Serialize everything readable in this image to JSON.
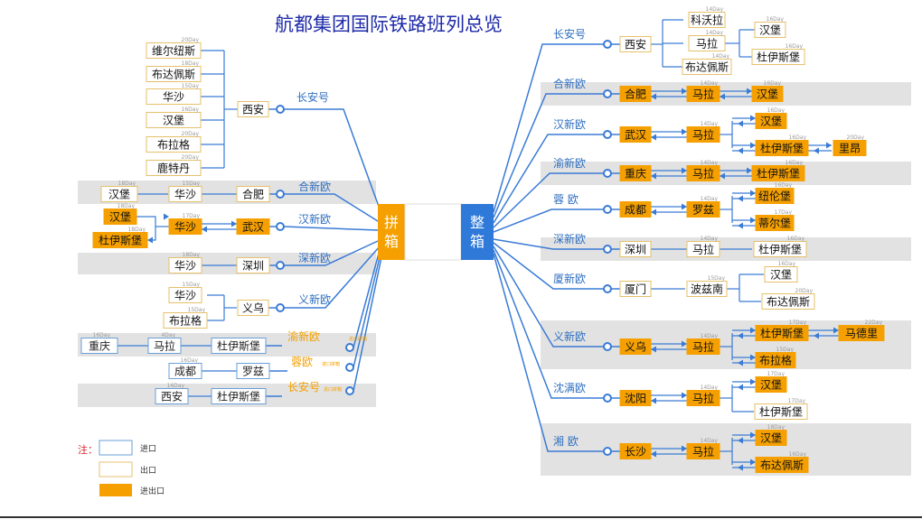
{
  "title": "航都集团国际铁路班列总览",
  "hub": {
    "lcl": "拼箱",
    "fcl": "整箱"
  },
  "legend": {
    "note": "注：",
    "items": [
      "进口",
      "出口",
      "进出口"
    ]
  },
  "left": [
    {
      "route": "长安号",
      "origin": "西安",
      "dests": [
        {
          "city": "维尔纽斯",
          "days": "20Day"
        },
        {
          "city": "布达佩斯",
          "days": "18Day"
        },
        {
          "city": "华沙",
          "days": "15Day"
        },
        {
          "city": "汉堡",
          "days": "16Day"
        },
        {
          "city": "布拉格",
          "days": "20Day"
        },
        {
          "city": "鹿特丹",
          "days": "20Day"
        }
      ]
    },
    {
      "route": "合新欧",
      "origin": "合肥",
      "chain": [
        {
          "city": "华沙",
          "days": "15Day"
        },
        {
          "city": "汉堡",
          "days": "18Day"
        }
      ]
    },
    {
      "route": "汉新欧",
      "origin": "武汉",
      "via": {
        "city": "华沙",
        "days": "17Day"
      },
      "dests": [
        {
          "city": "汉堡",
          "days": "18Day"
        },
        {
          "city": "杜伊斯堡",
          "days": "18Day"
        }
      ]
    },
    {
      "route": "深新欧",
      "origin": "深圳",
      "dests": [
        {
          "city": "华沙",
          "days": "18Day"
        }
      ]
    },
    {
      "route": "义新欧",
      "origin": "义乌",
      "dests": [
        {
          "city": "华沙",
          "days": "15Day"
        },
        {
          "city": "布拉格",
          "days": "15Day"
        }
      ]
    },
    {
      "route": "渝新欧",
      "tag": "进口拼箱",
      "origin": "杜伊斯堡",
      "via": {
        "city": "马拉",
        "days": "4Day"
      },
      "end": {
        "city": "重庆",
        "days": "16Day"
      }
    },
    {
      "route": "蓉欧",
      "tag": "进口拼箱",
      "origin": "罗兹",
      "end": {
        "city": "成都",
        "days": "16Day"
      }
    },
    {
      "route": "长安号",
      "tag": "进口拼箱",
      "origin": "杜伊斯堡",
      "end": {
        "city": "西安",
        "days": "16Day"
      }
    }
  ],
  "right": [
    {
      "route": "长安号",
      "origin": "西安",
      "mids": [
        {
          "city": "科沃拉",
          "days": "14Day"
        },
        {
          "city": "马拉",
          "days": "14Day"
        },
        {
          "city": "布达佩斯",
          "days": "14Day"
        }
      ],
      "dests": [
        {
          "city": "汉堡",
          "days": "16Day"
        },
        {
          "city": "杜伊斯堡",
          "days": "16Day"
        }
      ]
    },
    {
      "route": "合新欧",
      "origin": "合肥",
      "mid": {
        "city": "马拉",
        "days": "14Day"
      },
      "dests": [
        {
          "city": "汉堡",
          "days": "16Day"
        }
      ]
    },
    {
      "route": "汉新欧",
      "origin": "武汉",
      "mid": {
        "city": "马拉",
        "days": "14Day"
      },
      "dests": [
        {
          "city": "汉堡",
          "days": "16Day"
        },
        {
          "city": "杜伊斯堡",
          "days": "16Day"
        }
      ],
      "ext": {
        "city": "里昂",
        "days": "20Day"
      }
    },
    {
      "route": "渝新欧",
      "origin": "重庆",
      "mid": {
        "city": "马拉",
        "days": "14Day"
      },
      "dests": [
        {
          "city": "杜伊斯堡",
          "days": "16Day"
        }
      ]
    },
    {
      "route": "蓉  欧",
      "origin": "成都",
      "mid": {
        "city": "罗兹",
        "days": "14Day"
      },
      "dests": [
        {
          "city": "纽伦堡",
          "days": "16Day"
        },
        {
          "city": "蒂尔堡",
          "days": "17Day"
        }
      ]
    },
    {
      "route": "深新欧",
      "origin": "深圳",
      "mid": {
        "city": "马拉",
        "days": "14Day"
      },
      "dests": [
        {
          "city": "杜伊斯堡",
          "days": "16Day"
        }
      ]
    },
    {
      "route": "厦新欧",
      "origin": "厦门",
      "mid": {
        "city": "波兹南",
        "days": "15Day"
      },
      "dests": [
        {
          "city": "汉堡",
          "days": "16Day"
        },
        {
          "city": "布达佩斯",
          "days": "20Day"
        }
      ]
    },
    {
      "route": "义新欧",
      "origin": "义乌",
      "mid": {
        "city": "马拉",
        "days": "14Day"
      },
      "dests": [
        {
          "city": "杜伊斯堡",
          "days": "17Day"
        },
        {
          "city": "布拉格",
          "days": "15Day"
        }
      ],
      "ext": {
        "city": "马德里",
        "days": "22Day"
      }
    },
    {
      "route": "沈满欧",
      "origin": "沈阳",
      "mid": {
        "city": "马拉",
        "days": "14Day"
      },
      "dests": [
        {
          "city": "汉堡",
          "days": "17Day"
        },
        {
          "city": "杜伊斯堡",
          "days": "17Day"
        }
      ]
    },
    {
      "route": "湘  欧",
      "origin": "长沙",
      "mid": {
        "city": "马拉",
        "days": "14Day"
      },
      "dests": [
        {
          "city": "汉堡",
          "days": "18Day"
        },
        {
          "city": "布达佩斯",
          "days": "16Day"
        }
      ]
    }
  ],
  "colors": {
    "line": "#3a7bd5",
    "orange": "#f5a000",
    "hub_blue": "#2f7ad8",
    "band": "#e2e2e2"
  }
}
